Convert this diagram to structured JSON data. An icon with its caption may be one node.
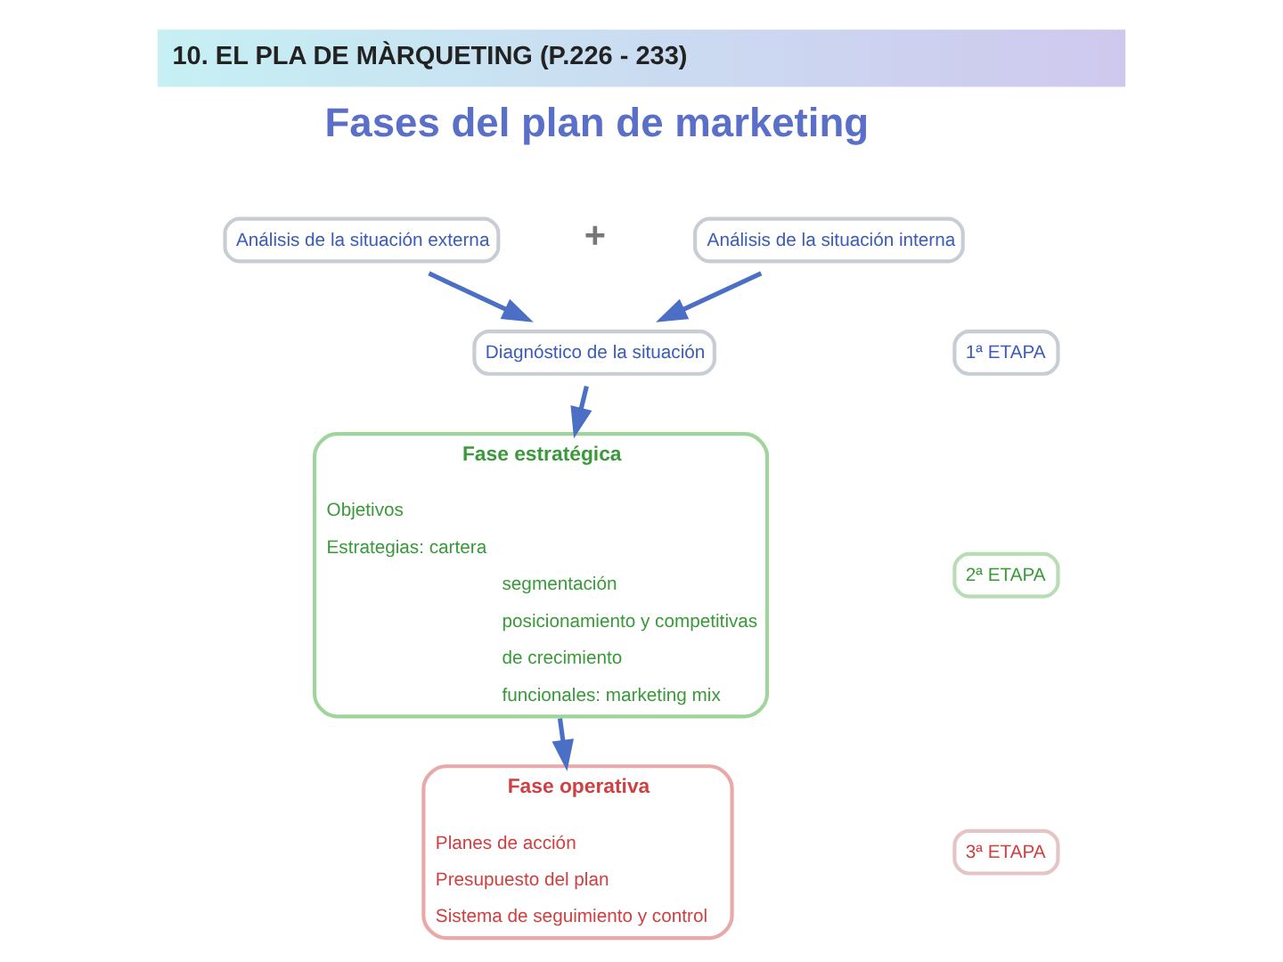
{
  "diagram": {
    "title": "10. EL PLA DE MÀRQUETING (P.226 - 233)",
    "nodes": [
      {
        "text": [
          "Análisis de la situación externa"
        ]
      },
      {
        "text": [
          "Análisis de la situación interna"
        ]
      },
      {
        "text": [
          "1ª ETAPA"
        ]
      },
      {
        "text": [
          "Diagnóstico de la situación"
        ]
      },
      {
        "text": [
          "Fase estratégica",
          "Objetivos",
          "Estrategias: cartera",
          "segmentación",
          "posicionamiento y competitivas",
          "de crecimiento",
          "funcionales: marketing mix"
        ]
      },
      {
        "text": [
          "2ª ETAPA"
        ]
      },
      {
        "text": [
          "Fase operativa",
          "Planes de acción",
          "Presupuesto del plan",
          "Sistema de seguimiento y control"
        ]
      },
      {
        "text": [
          "3ª ETAPA"
        ]
      }
    ],
    "edges": [
      {
        "from": 0,
        "to": 3,
        "arrow": "to"
      },
      {
        "from": 1,
        "to": 3,
        "arrow": "to"
      },
      {
        "from": 3,
        "to": 4,
        "arrow": "to"
      },
      {
        "from": 4,
        "to": 6,
        "arrow": "to"
      }
    ],
    "labels": [
      "Fases del plan de marketing",
      "+"
    ]
  }
}
